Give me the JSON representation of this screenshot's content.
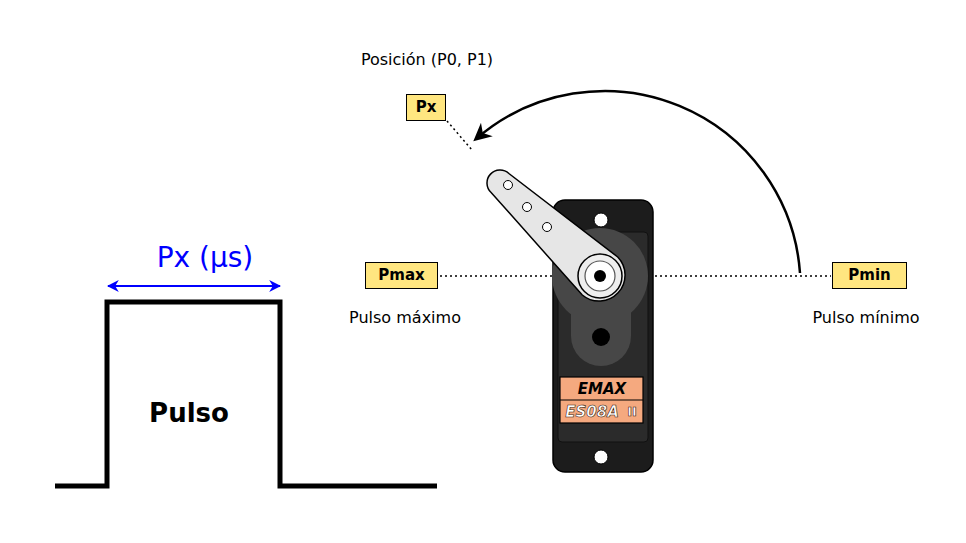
{
  "diagram": {
    "nodes": [
      {
        "text": [
          "Px"
        ]
      },
      {
        "text": [
          "Pmax"
        ]
      },
      {
        "text": [
          "Pmin"
        ]
      }
    ],
    "labels": [
      "Posición (P0, P1)",
      "Pulso máximo",
      "Pulso mínimo",
      "Px (μs)",
      "Pulso",
      "EMAX",
      "ES08A",
      "II"
    ]
  }
}
